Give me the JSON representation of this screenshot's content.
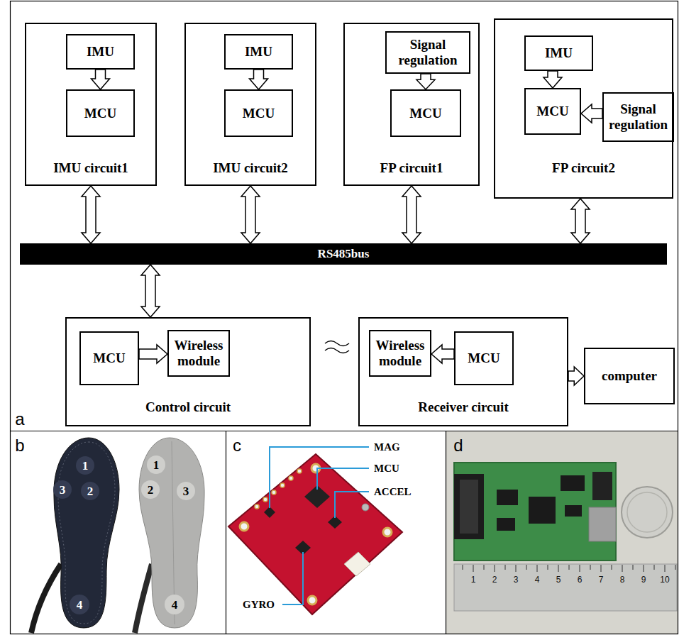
{
  "diagram": {
    "nodes": [
      {
        "text": [
          "IMU circuit1"
        ]
      },
      {
        "text": [
          "IMU"
        ],
        "in": 0
      },
      {
        "text": [
          "MCU"
        ],
        "in": 0
      },
      {
        "text": [
          "IMU circuit2"
        ]
      },
      {
        "text": [
          "IMU"
        ],
        "in": 3
      },
      {
        "text": [
          "MCU"
        ],
        "in": 3
      },
      {
        "text": [
          "FP circuit1"
        ]
      },
      {
        "text": [
          "Signal regulation"
        ],
        "in": 6
      },
      {
        "text": [
          "MCU"
        ],
        "in": 6
      },
      {
        "text": [
          "FP circuit2"
        ]
      },
      {
        "text": [
          "IMU"
        ],
        "in": 9
      },
      {
        "text": [
          "MCU"
        ],
        "in": 9
      },
      {
        "text": [
          "Signal regulation"
        ],
        "in": 9
      },
      {
        "text": [
          "RS485bus"
        ]
      },
      {
        "text": [
          "Control circuit"
        ]
      },
      {
        "text": [
          "MCU"
        ],
        "in": 14
      },
      {
        "text": [
          "Wireless module"
        ],
        "in": 14
      },
      {
        "text": [
          "Receiver circuit"
        ]
      },
      {
        "text": [
          "Wireless module"
        ],
        "in": 17
      },
      {
        "text": [
          "MCU"
        ],
        "in": 17
      },
      {
        "text": [
          "computer"
        ]
      }
    ],
    "edges": [
      {
        "from": 1,
        "to": 2,
        "arrow": "to"
      },
      {
        "from": 4,
        "to": 5,
        "arrow": "to"
      },
      {
        "from": 7,
        "to": 8,
        "arrow": "to"
      },
      {
        "from": 10,
        "to": 11,
        "arrow": "to"
      },
      {
        "from": 12,
        "to": 11,
        "arrow": "to"
      },
      {
        "from": 0,
        "to": 13,
        "arrow": "both"
      },
      {
        "from": 3,
        "to": 13,
        "arrow": "both"
      },
      {
        "from": 6,
        "to": 13,
        "arrow": "both"
      },
      {
        "from": 9,
        "to": 13,
        "arrow": "both"
      },
      {
        "from": 13,
        "to": 14,
        "arrow": "both"
      },
      {
        "from": 15,
        "to": 16,
        "arrow": "to"
      },
      {
        "from": 19,
        "to": 18,
        "arrow": "to"
      },
      {
        "from": 17,
        "to": 20,
        "arrow": "to"
      }
    ],
    "labels": [
      "a",
      "b",
      "1",
      "3",
      "2",
      "4",
      "1",
      "2",
      "3",
      "4",
      "c",
      "MAG",
      "MCU",
      "ACCEL",
      "GYRO",
      "d",
      "1",
      "2",
      "3",
      "4",
      "5",
      "6",
      "7",
      "8",
      "9",
      "10"
    ]
  }
}
